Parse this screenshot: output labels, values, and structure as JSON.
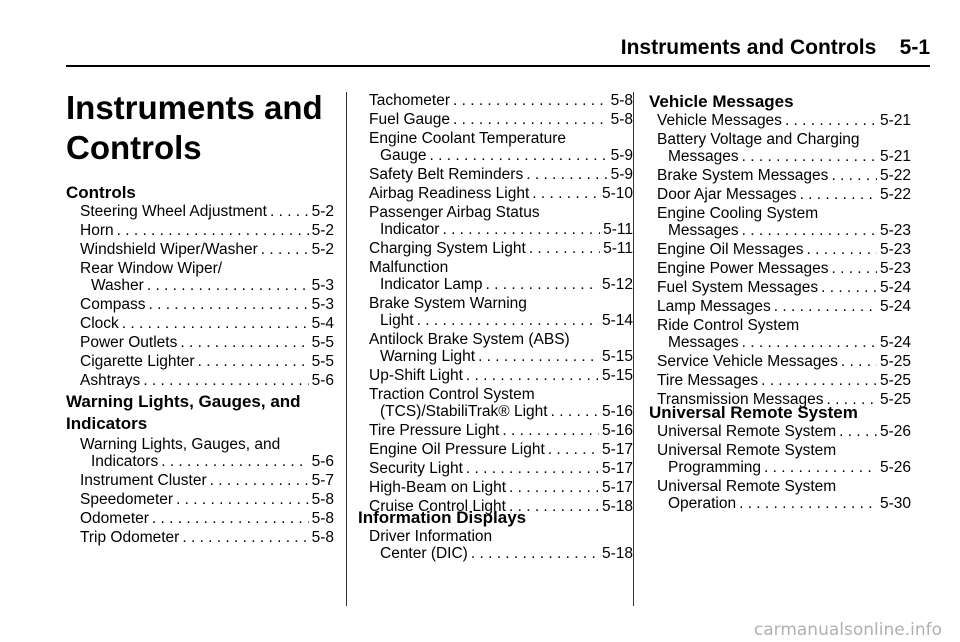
{
  "header": {
    "title": "Instruments and Controls",
    "page": "5-1"
  },
  "chapter_title_line1": "Instruments and",
  "chapter_title_line2": "Controls",
  "sections": {
    "controls": {
      "heading": "Controls",
      "entries": [
        {
          "title": "Steering Wheel Adjustment",
          "page": "5-2"
        },
        {
          "title": "Horn",
          "page": "5-2"
        },
        {
          "title": "Windshield Wiper/Washer",
          "page": "5-2"
        },
        {
          "title": "Rear Window Wiper/",
          "page": ""
        },
        {
          "title": "Washer",
          "page": "5-3"
        },
        {
          "title": "Compass",
          "page": "5-3"
        },
        {
          "title": "Clock",
          "page": "5-4"
        },
        {
          "title": "Power Outlets",
          "page": "5-5"
        },
        {
          "title": "Cigarette Lighter",
          "page": "5-5"
        },
        {
          "title": "Ashtrays",
          "page": "5-6"
        }
      ]
    },
    "warning": {
      "heading_line1": "Warning Lights, Gauges, and",
      "heading_line2": "Indicators",
      "entries": [
        {
          "title": "Warning Lights, Gauges, and",
          "page": ""
        },
        {
          "title": "Indicators",
          "page": "5-6"
        },
        {
          "title": "Instrument Cluster",
          "page": "5-7"
        },
        {
          "title": "Speedometer",
          "page": "5-8"
        },
        {
          "title": "Odometer",
          "page": "5-8"
        },
        {
          "title": "Trip Odometer",
          "page": "5-8"
        }
      ]
    },
    "col2": {
      "entries": [
        {
          "title": "Tachometer",
          "page": "5-8"
        },
        {
          "title": "Fuel Gauge",
          "page": "5-8"
        },
        {
          "title": "Engine Coolant Temperature",
          "page": ""
        },
        {
          "title": "Gauge",
          "page": "5-9"
        },
        {
          "title": "Safety Belt Reminders",
          "page": "5-9"
        },
        {
          "title": "Airbag Readiness Light",
          "page": "5-10"
        },
        {
          "title": "Passenger Airbag Status",
          "page": ""
        },
        {
          "title": "Indicator",
          "page": "5-11"
        },
        {
          "title": "Charging System Light",
          "page": "5-11"
        },
        {
          "title": "Malfunction",
          "page": ""
        },
        {
          "title": "Indicator Lamp",
          "page": "5-12"
        },
        {
          "title": "Brake System Warning",
          "page": ""
        },
        {
          "title": "Light",
          "page": "5-14"
        },
        {
          "title": "Antilock Brake System (ABS)",
          "page": ""
        },
        {
          "title": "Warning Light",
          "page": "5-15"
        },
        {
          "title": "Up-Shift Light",
          "page": "5-15"
        },
        {
          "title": "Traction Control System",
          "page": ""
        },
        {
          "title": "(TCS)/StabiliTrak® Light",
          "page": "5-16"
        },
        {
          "title": "Tire Pressure Light",
          "page": "5-16"
        },
        {
          "title": "Engine Oil Pressure Light",
          "page": "5-17"
        },
        {
          "title": "Security Light",
          "page": "5-17"
        },
        {
          "title": "High-Beam on Light",
          "page": "5-17"
        },
        {
          "title": "Cruise Control Light",
          "page": "5-18"
        }
      ]
    },
    "info": {
      "heading": "Information Displays",
      "entries": [
        {
          "title": "Driver Information",
          "page": ""
        },
        {
          "title": "Center (DIC)",
          "page": "5-18"
        }
      ]
    },
    "vehicle": {
      "heading": "Vehicle Messages",
      "entries": [
        {
          "title": "Vehicle Messages",
          "page": "5-21"
        },
        {
          "title": "Battery Voltage and Charging",
          "page": ""
        },
        {
          "title": "Messages",
          "page": "5-21"
        },
        {
          "title": "Brake System Messages",
          "page": "5-22"
        },
        {
          "title": "Door Ajar Messages",
          "page": "5-22"
        },
        {
          "title": "Engine Cooling System",
          "page": ""
        },
        {
          "title": "Messages",
          "page": "5-23"
        },
        {
          "title": "Engine Oil Messages",
          "page": "5-23"
        },
        {
          "title": "Engine Power Messages",
          "page": "5-23"
        },
        {
          "title": "Fuel System Messages",
          "page": "5-24"
        },
        {
          "title": "Lamp Messages",
          "page": "5-24"
        },
        {
          "title": "Ride Control System",
          "page": ""
        },
        {
          "title": "Messages",
          "page": "5-24"
        },
        {
          "title": "Service Vehicle Messages",
          "page": "5-25"
        },
        {
          "title": "Tire Messages",
          "page": "5-25"
        },
        {
          "title": "Transmission Messages",
          "page": "5-25"
        }
      ]
    },
    "remote": {
      "heading": "Universal Remote System",
      "entries": [
        {
          "title": "Universal Remote System",
          "page": "5-26"
        },
        {
          "title": "Universal Remote System",
          "page": ""
        },
        {
          "title": "Programming",
          "page": "5-26"
        },
        {
          "title": "Universal Remote System",
          "page": ""
        },
        {
          "title": "Operation",
          "page": "5-30"
        }
      ]
    }
  },
  "watermark": "carmanualsonline.info"
}
